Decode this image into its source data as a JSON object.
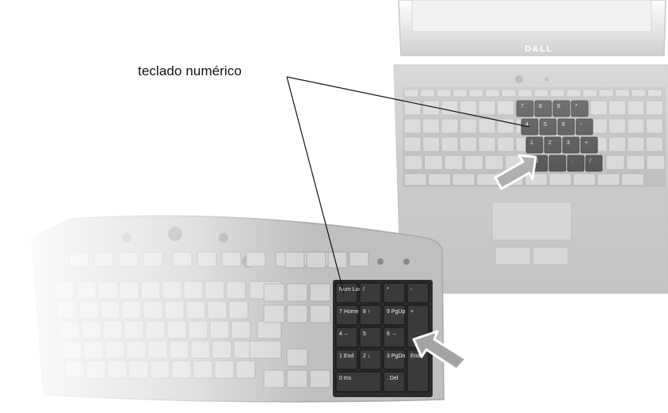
{
  "callout": {
    "label": "teclado numérico"
  },
  "laptop": {
    "brand": "D&LL"
  },
  "desktop_keyboard": {
    "numpad_keys": [
      [
        "Num Lock",
        "/",
        "*",
        "-"
      ],
      [
        "7 Home",
        "8 ↑",
        "9 PgUp",
        "+"
      ],
      [
        "4 ←",
        "5",
        "6 →",
        ""
      ],
      [
        "1 End",
        "2 ↓",
        "3 PgDn",
        "Enter"
      ],
      [
        "0 Ins",
        "",
        ". Del",
        ""
      ]
    ]
  },
  "laptop_keyboard": {
    "numpad_keys": [
      [
        "7",
        "8",
        "9",
        "*"
      ],
      [
        "4",
        "5",
        "6",
        "-"
      ],
      [
        "1",
        "2",
        "3",
        "+"
      ],
      [
        "0",
        "",
        ".",
        "/"
      ]
    ]
  },
  "colors": {
    "numpad_key": "#3a3a3a",
    "keyboard_body": "#bdbdbd",
    "arrow": "#9a9a9a",
    "leader_line": "#111111"
  },
  "icons": [
    "pointer-arrow-icon",
    "pointer-arrow-icon"
  ]
}
